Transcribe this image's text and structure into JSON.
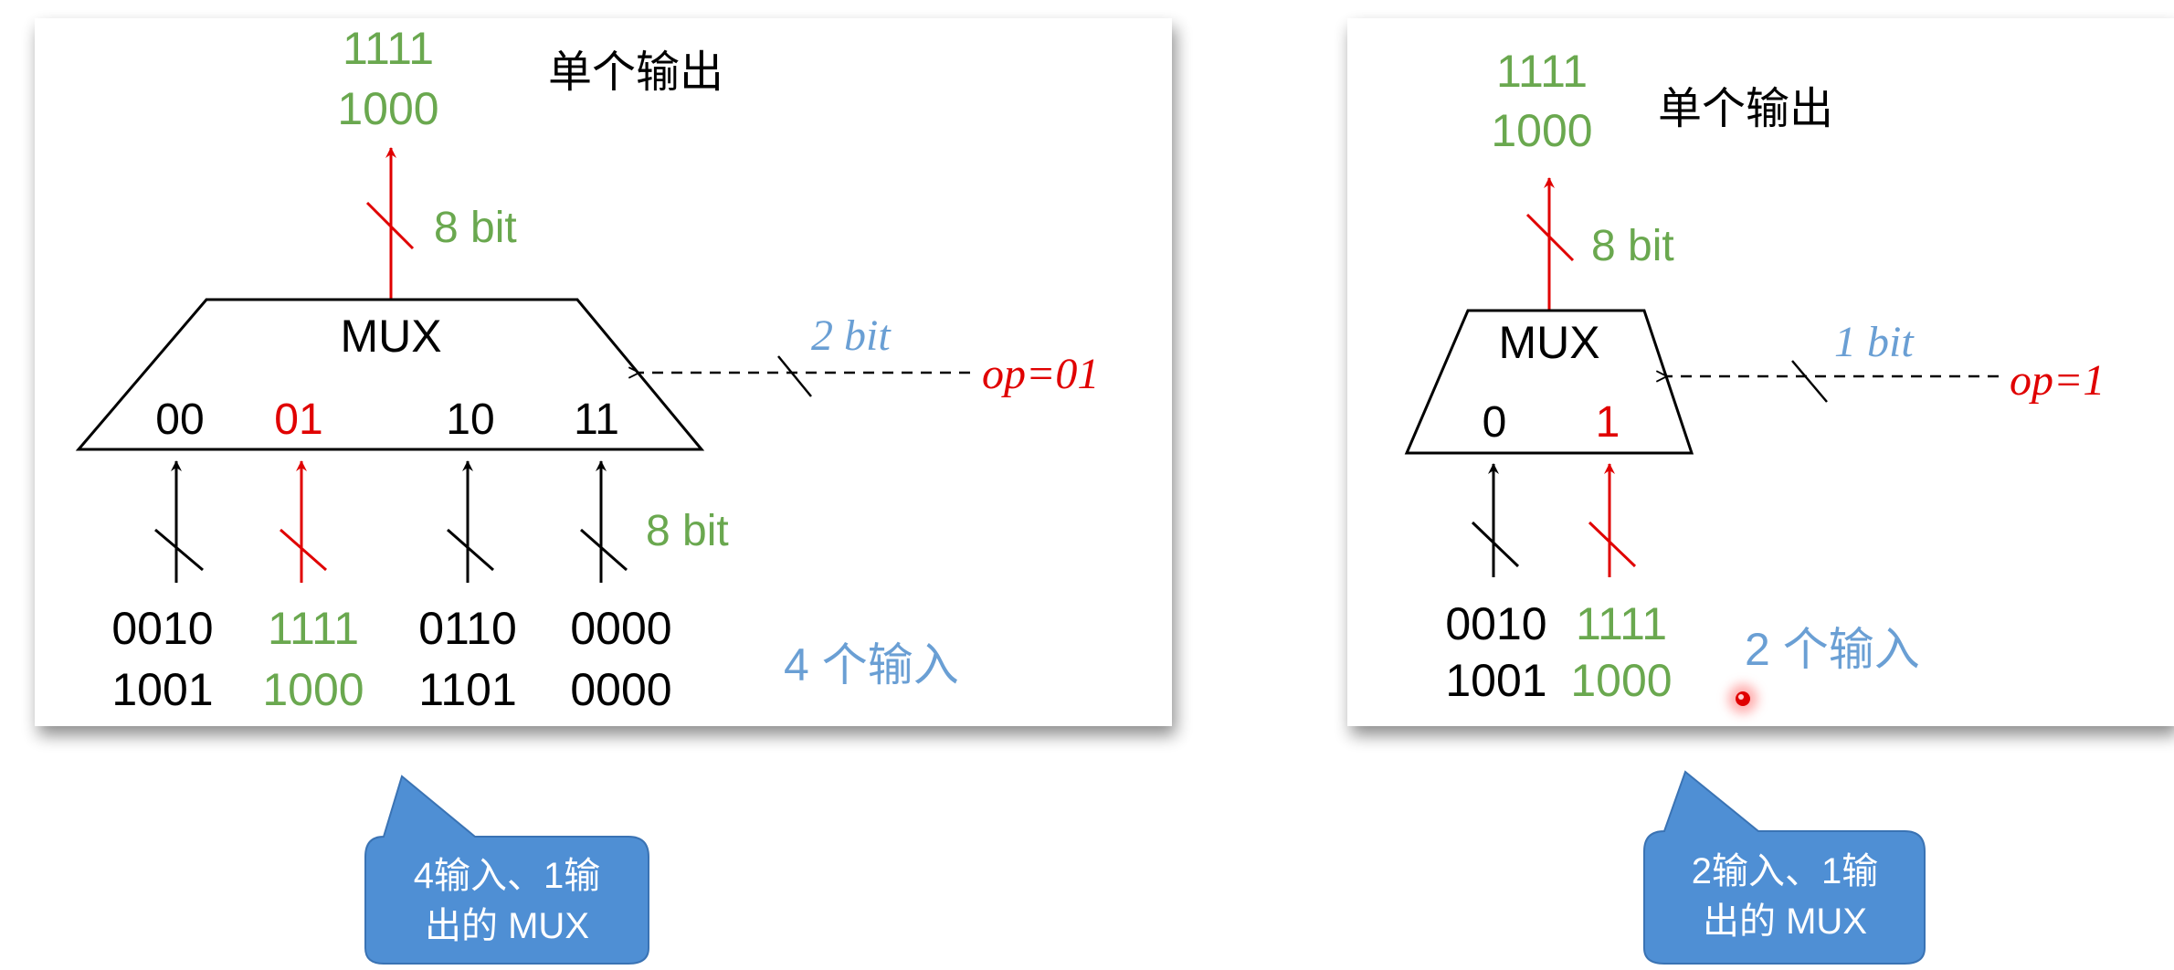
{
  "colors": {
    "green": "#6aa84f",
    "red": "#e00000",
    "blue": "#6a9fd4",
    "black": "#000000",
    "callout_fill": "#4f8fd4",
    "callout_stroke": "#3a73b4"
  },
  "left_panel": {
    "title": "单个输出",
    "mux_label": "MUX",
    "output": {
      "line1": "1111",
      "line2": "1000",
      "width": "8 bit"
    },
    "select": {
      "width": "2 bit",
      "op": "op=01"
    },
    "ports": [
      "00",
      "01",
      "10",
      "11"
    ],
    "input_width": "8 bit",
    "inputs": [
      {
        "line1": "0010",
        "line2": "1001"
      },
      {
        "line1": "1111",
        "line2": "1000"
      },
      {
        "line1": "0110",
        "line2": "1101"
      },
      {
        "line1": "0000",
        "line2": "0000"
      }
    ],
    "input_count": "4 个输入",
    "callout": {
      "line1": "4输入、1输",
      "line2": "出的 MUX"
    }
  },
  "right_panel": {
    "title": "单个输出",
    "mux_label": "MUX",
    "output": {
      "line1": "1111",
      "line2": "1000",
      "width": "8 bit"
    },
    "select": {
      "width": "1 bit",
      "op": "op=1"
    },
    "ports": [
      "0",
      "1"
    ],
    "inputs": [
      {
        "line1": "0010",
        "line2": "1001"
      },
      {
        "line1": "1111",
        "line2": "1000"
      }
    ],
    "input_count": "2 个输入",
    "callout": {
      "line1": "2输入、1输",
      "line2": "出的 MUX"
    }
  }
}
